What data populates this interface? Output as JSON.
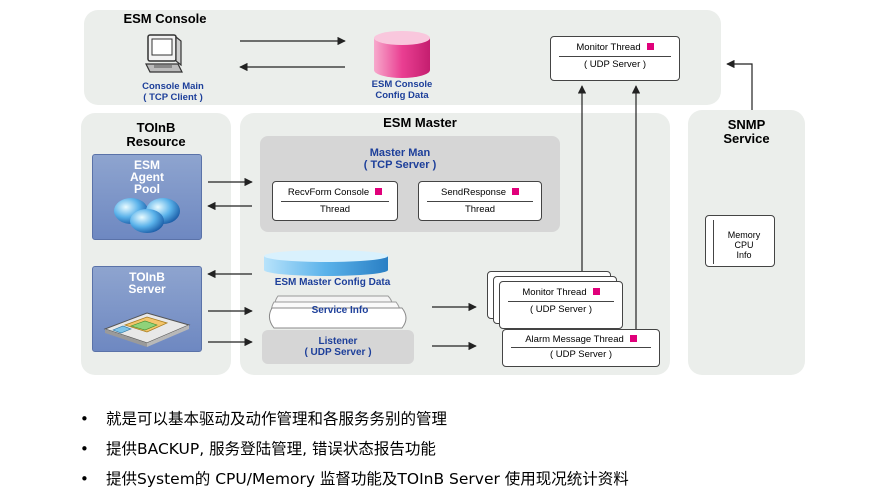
{
  "console": {
    "title": "ESM Console",
    "main_label": "Console Main\n( TCP Client )",
    "config_label": "ESM Console\nConfig Data",
    "monitor": {
      "title": "Monitor Thread",
      "sub": "( UDP  Server )"
    }
  },
  "resource": {
    "title": "TOInB\nResource",
    "agent_pool": "ESM\nAgent\nPool",
    "server": "TOInB\nServer"
  },
  "master": {
    "title": "ESM  Master",
    "man_title": "Master  Man\n( TCP Server )",
    "recvform": {
      "title": "RecvForm Console",
      "sub": "Thread"
    },
    "sendresponse": {
      "title": "SendResponse",
      "sub": "Thread"
    },
    "config_label": "ESM Master Config Data",
    "service_info": "Service Info",
    "listener": "Listener\n( UDP Server )",
    "monitor": {
      "title": "Monitor Thread",
      "sub": "( UDP  Server )"
    },
    "alarm": {
      "title": "Alarm Message Thread",
      "sub": "( UDP  Server )"
    }
  },
  "snmp": {
    "title": "SNMP\nService",
    "memory_label": "Memory\nCPU\nInfo"
  },
  "bullets": [
    "就是可以基本驱动及动作管理和各服务务别的管理",
    "提供BACKUP, 服务登陆管理, 错误状态报告功能",
    "提供System的 CPU/Memory 监督功能及TOInB Server 使用现况统计资料"
  ],
  "colors": {
    "panel": "#ebeeeb",
    "label_blue": "#1d3f9a",
    "marker_pink": "#e0007a",
    "cylinder_pink": "#ea3f92",
    "cylinder_blue": "#5ab2ea"
  }
}
